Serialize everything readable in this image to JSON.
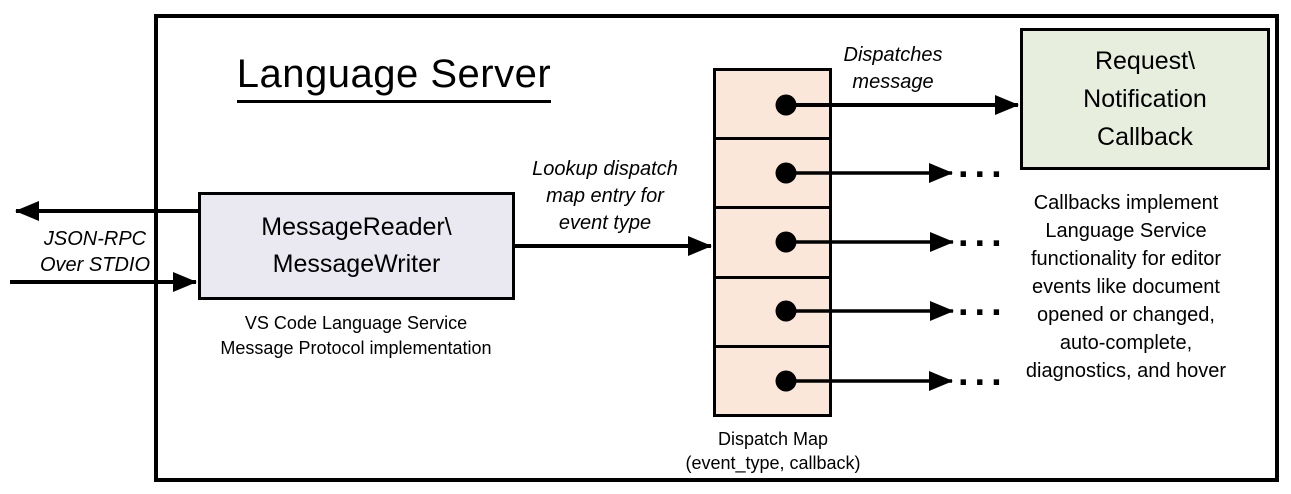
{
  "title": "Language Server",
  "labels": {
    "json_rpc": "JSON-RPC\nOver STDIO",
    "lookup_dispatch": "Lookup dispatch\nmap entry for\nevent type",
    "dispatches_message": "Dispatches\nmessage",
    "ellipsis": "..."
  },
  "nodes": {
    "message_handler": {
      "label": "MessageReader\\\nMessageWriter",
      "caption": "VS Code Language Service\nMessage Protocol implementation",
      "fill": "#EAE9F1"
    },
    "dispatch_map": {
      "caption": "Dispatch Map\n(event_type, callback)",
      "cell_count": 5,
      "fill": "#FBE7DA"
    },
    "callback": {
      "label": "Request\\\nNotification\nCallback",
      "note": "Callbacks implement\nLanguage Service\nfunctionality for editor\nevents like document\nopened or changed,\nauto-complete,\ndiagnostics, and hover",
      "fill": "#E8EEDE"
    }
  },
  "colors": {
    "line": "#000000",
    "background": "#FFFFFF"
  }
}
